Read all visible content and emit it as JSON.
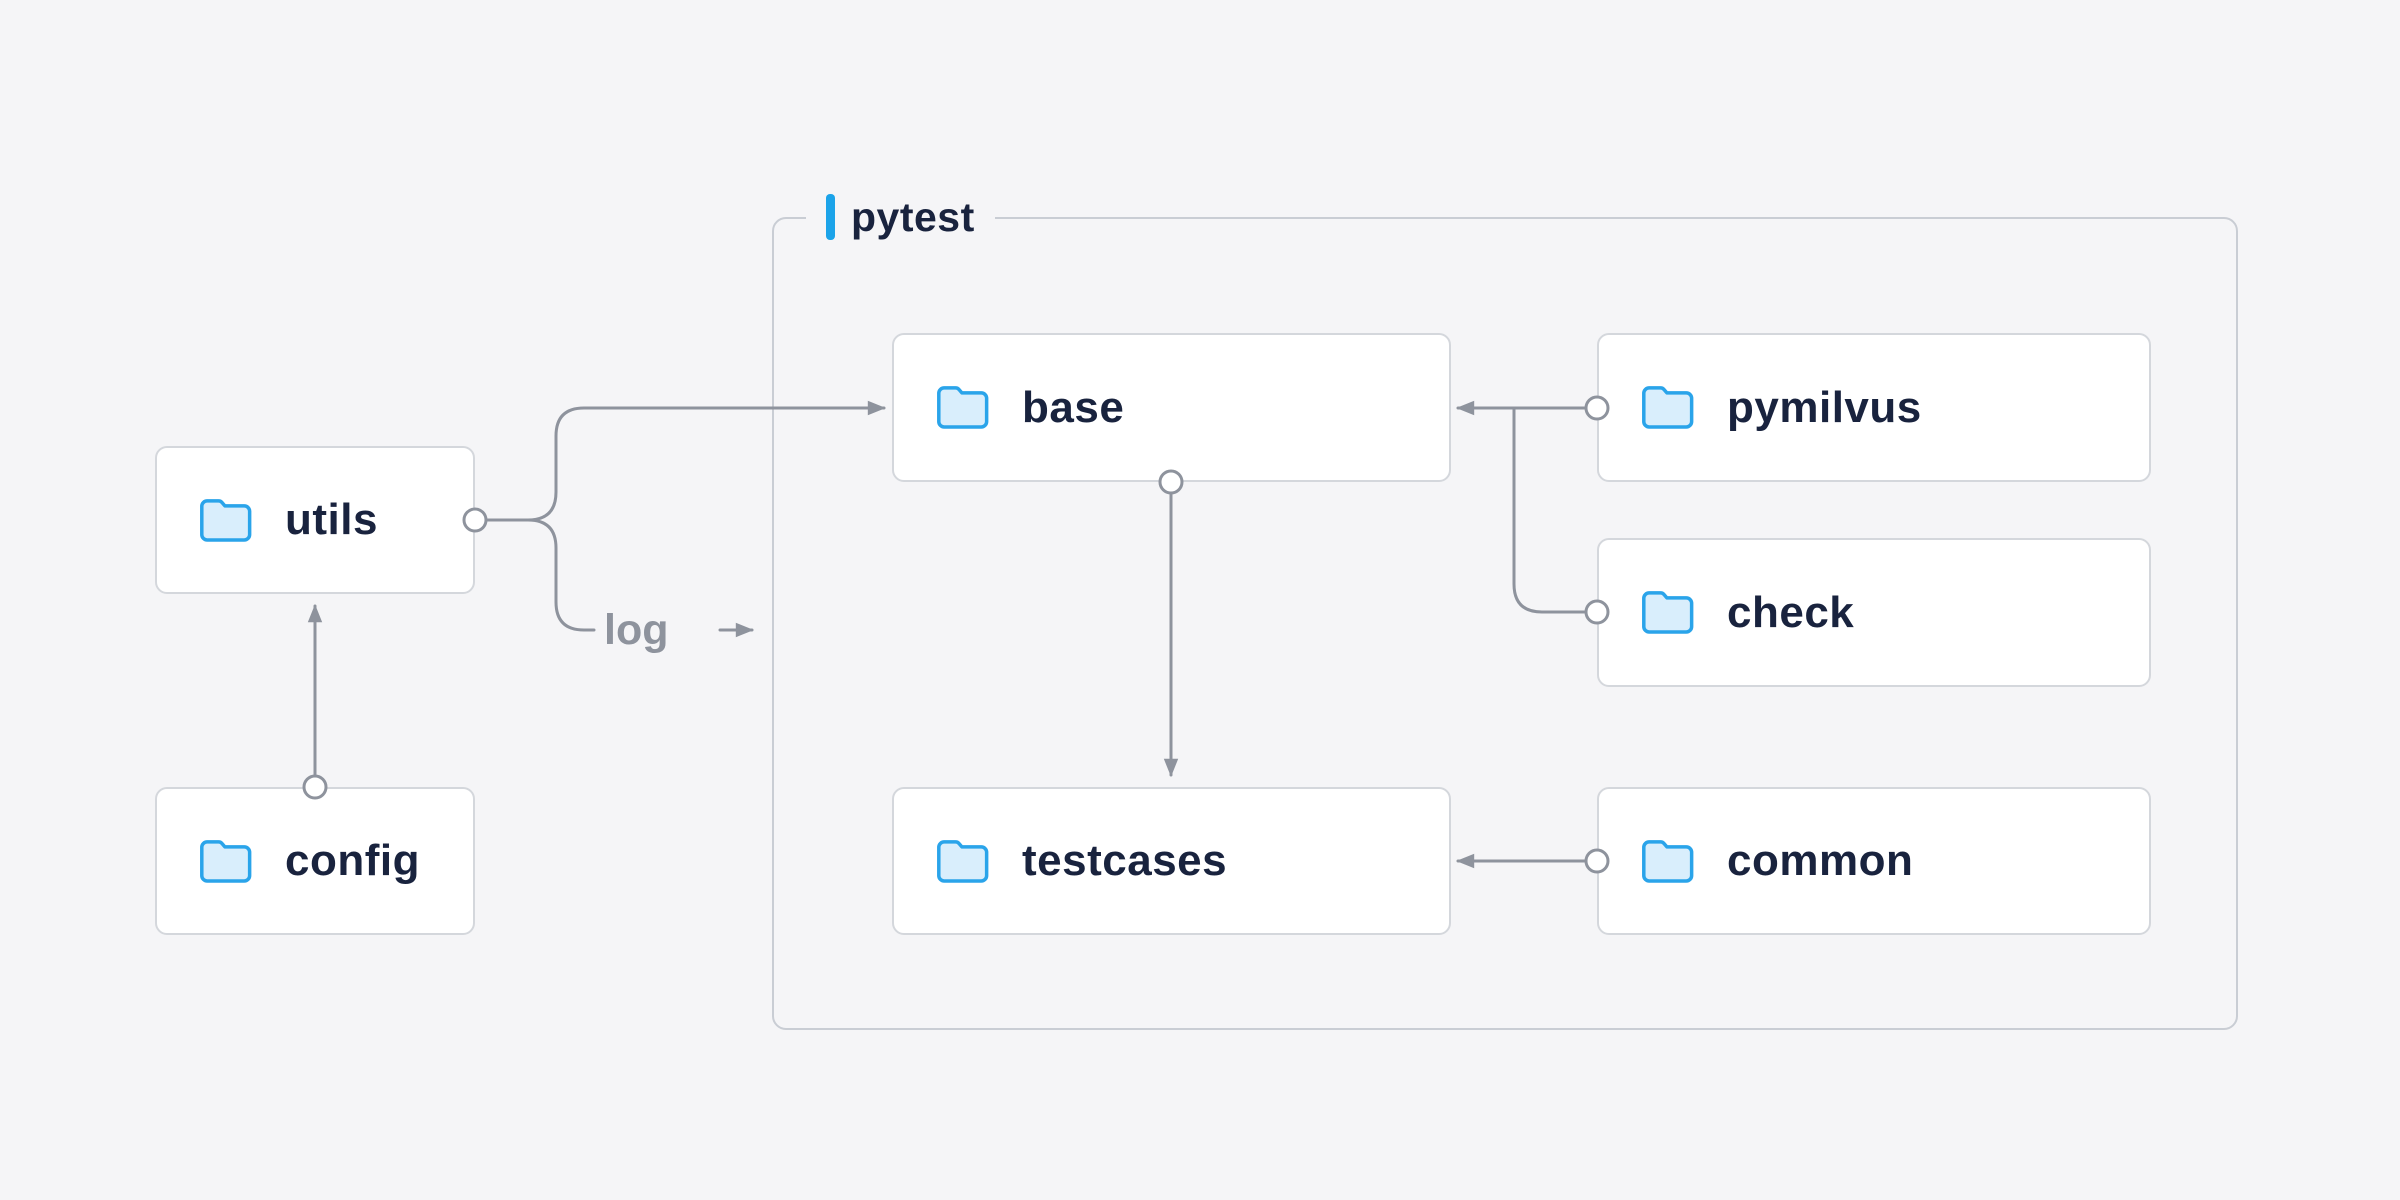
{
  "diagram": {
    "group_label": "pytest",
    "edge_label": "log",
    "nodes": {
      "utils": {
        "label": "utils"
      },
      "config": {
        "label": "config"
      },
      "base": {
        "label": "base"
      },
      "pymilvus": {
        "label": "pymilvus"
      },
      "check": {
        "label": "check"
      },
      "testcases": {
        "label": "testcases"
      },
      "common": {
        "label": "common"
      }
    },
    "colors": {
      "background": "#f5f5f7",
      "node_background": "#ffffff",
      "node_border": "#d4d7dc",
      "container_border": "#c9cdd4",
      "label_text": "#19233e",
      "connector": "#8e939d",
      "muted_label": "#8e939d",
      "accent": "#1ba3e9",
      "folder_fill": "#d9eefc",
      "folder_stroke": "#2aa4ea"
    }
  }
}
